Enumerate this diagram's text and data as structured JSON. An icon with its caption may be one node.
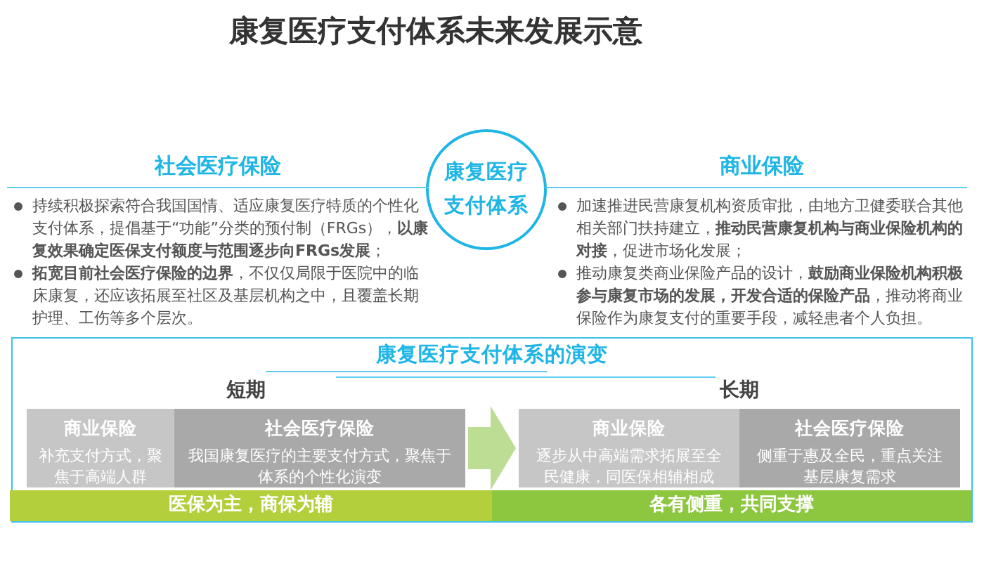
{
  "diagram": {
    "title": "康复医疗支付体系未来发展示意",
    "nodes": [
      {
        "text": [
          "康复医疗支付体系"
        ]
      },
      {
        "text": [
          "社会医疗保险",
          "持续积极探索符合我国国情、适应康复医疗特质的个性化支付体系，提倡基于“功能”分类的预付制（FRGs），**以康复效果确定医保支付额度与范围逐步向FRGs发展**；",
          "**拓宽目前社会医疗保险的边界**，不仅仅局限于医院中的临床康复，还应该拓展至社区及基层机构之中，且覆盖长期护理、工伤等多个层次。"
        ]
      },
      {
        "text": [
          "商业保险",
          "加速推进民营康复机构资质审批，由地方卫健委联合其他相关部门扶持建立，**推动民营康复机构与商业保险机构的对接**，促进市场化发展；",
          "推动康复类商业保险产品的设计，**鼓励商业保险机构积极参与康复市场的发展，开发合适的保险产品**，推动将商业保险作为康复支付的重要手段，减轻患者个人负担。"
        ]
      },
      {
        "text": [
          "康复医疗支付体系的演变"
        ]
      },
      {
        "text": [
          "短期"
        ],
        "in": 3
      },
      {
        "text": [
          "商业保险",
          "补充支付方式，聚焦于高端人群"
        ],
        "in": 4
      },
      {
        "text": [
          "社会医疗保险",
          "我国康复医疗的主要支付方式，聚焦于体系的个性化演变"
        ],
        "in": 4
      },
      {
        "text": [
          "医保为主，商保为辅"
        ],
        "in": 3
      },
      {
        "text": [
          "长期"
        ],
        "in": 3
      },
      {
        "text": [
          "商业保险",
          "逐步从中高端需求拓展至全民健康，同医保相辅相成"
        ],
        "in": 8
      },
      {
        "text": [
          "社会医疗保险",
          "侧重于惠及全民，重点关注基层康复需求"
        ],
        "in": 8
      },
      {
        "text": [
          "各有侧重，共同支撑"
        ],
        "in": 3
      }
    ],
    "edges": [
      {
        "from": 4,
        "to": 8,
        "arrow": "to"
      }
    ]
  }
}
